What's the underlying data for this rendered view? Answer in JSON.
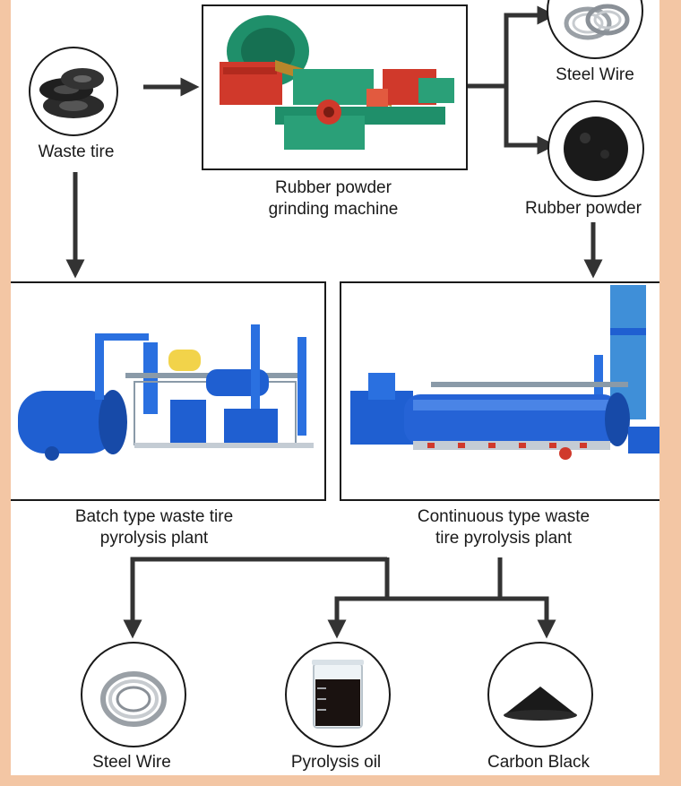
{
  "nodes": {
    "waste_tire": "Waste tire",
    "grinding_machine_line1": "Rubber powder",
    "grinding_machine_line2": "grinding machine",
    "steel_wire_top": "Steel Wire",
    "rubber_powder": "Rubber powder",
    "batch_line1": "Batch type waste tire",
    "batch_line2": "pyrolysis plant",
    "continuous_line1": "Continuous type waste",
    "continuous_line2": "tire pyrolysis plant",
    "steel_wire_bottom": "Steel Wire",
    "pyrolysis_oil": "Pyrolysis oil",
    "carbon_black": "Carbon Black"
  },
  "colors": {
    "background": "#f3c6a4",
    "arrow": "#333333",
    "machine_blue": "#1f5fd1",
    "machine_green": "#1f8f6a",
    "machine_red": "#d0392b"
  },
  "icons": {
    "waste_tire": "tire-stack-icon",
    "steel_wire": "steel-wire-coil-icon",
    "rubber_powder": "rubber-powder-icon",
    "pyrolysis_oil": "oil-beaker-icon",
    "carbon_black": "carbon-black-pile-icon"
  }
}
